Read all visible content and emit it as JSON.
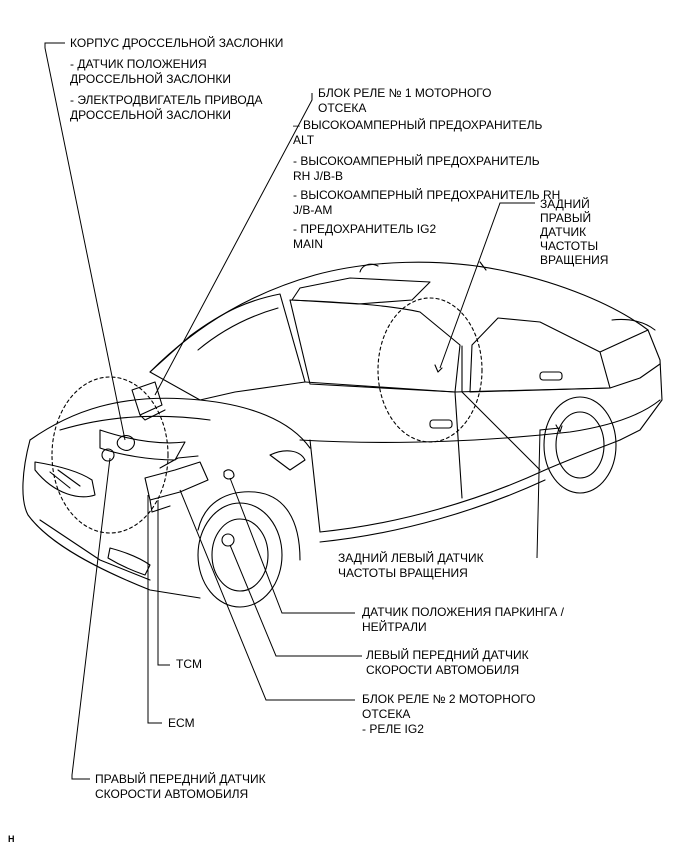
{
  "labels": {
    "throttle_body": {
      "title": "КОРПУС ДРОССЕЛЬНОЙ ЗАСЛОНКИ",
      "item1_line1": "- ДАТЧИК ПОЛОЖЕНИЯ",
      "item1_line2": "ДРОССЕЛЬНОЙ ЗАСЛОНКИ",
      "item2_line1": "- ЭЛЕКТРОДВИГАТЕЛЬ ПРИВОДА",
      "item2_line2": "ДРОССЕЛЬНОЙ ЗАСЛОНКИ"
    },
    "relay_block_1": {
      "title_line1": "БЛОК РЕЛЕ № 1 МОТОРНОГО",
      "title_line2": "ОТСЕКА",
      "item1_line1": "– ВЫСОКОАМПЕРНЫЙ ПРЕДОХРАНИТЕЛЬ",
      "item1_line2": "ALT",
      "item2_line1": "- ВЫСОКОАМПЕРНЫЙ ПРЕДОХРАНИТЕЛЬ",
      "item2_line2": "RH J/B-B",
      "item3_line1": "- ВЫСОКОАМПЕРНЫЙ ПРЕДОХРАНИТЕЛЬ RH",
      "item3_line2": "J/B-AM",
      "item4_line1": "- ПРЕДОХРАНИТЕЛЬ IG2",
      "item4_line2": "MAIN"
    },
    "rear_right_speed": {
      "line1": "ЗАДНИЙ",
      "line2": "ПРАВЫЙ",
      "line3": "ДАТЧИК",
      "line4": "ЧАСТОТЫ",
      "line5": "ВРАЩЕНИЯ"
    },
    "rear_left_speed": {
      "line1": "ЗАДНИЙ ЛЕВЫЙ ДАТЧИК",
      "line2": "ЧАСТОТЫ ВРАЩЕНИЯ"
    },
    "park_neutral": {
      "line1": "ДАТЧИК ПОЛОЖЕНИЯ ПАРКИНГА /",
      "line2": "НЕЙТРАЛИ"
    },
    "front_left_speed": {
      "line1": "ЛЕВЫЙ ПЕРЕДНИЙ ДАТЧИК",
      "line2": "СКОРОСТИ АВТОМОБИЛЯ"
    },
    "relay_block_2": {
      "line1": "БЛОК РЕЛЕ № 2 МОТОРНОГО",
      "line2": "ОТСЕКА",
      "line3": "- РЕЛЕ IG2"
    },
    "tcm": "TCM",
    "ecm": "ECM",
    "front_right_speed": {
      "line1": "ПРАВЫЙ ПЕРЕДНИЙ ДАТЧИК",
      "line2": "СКОРОСТИ АВТОМОБИЛЯ"
    },
    "corner_mark": "H"
  }
}
